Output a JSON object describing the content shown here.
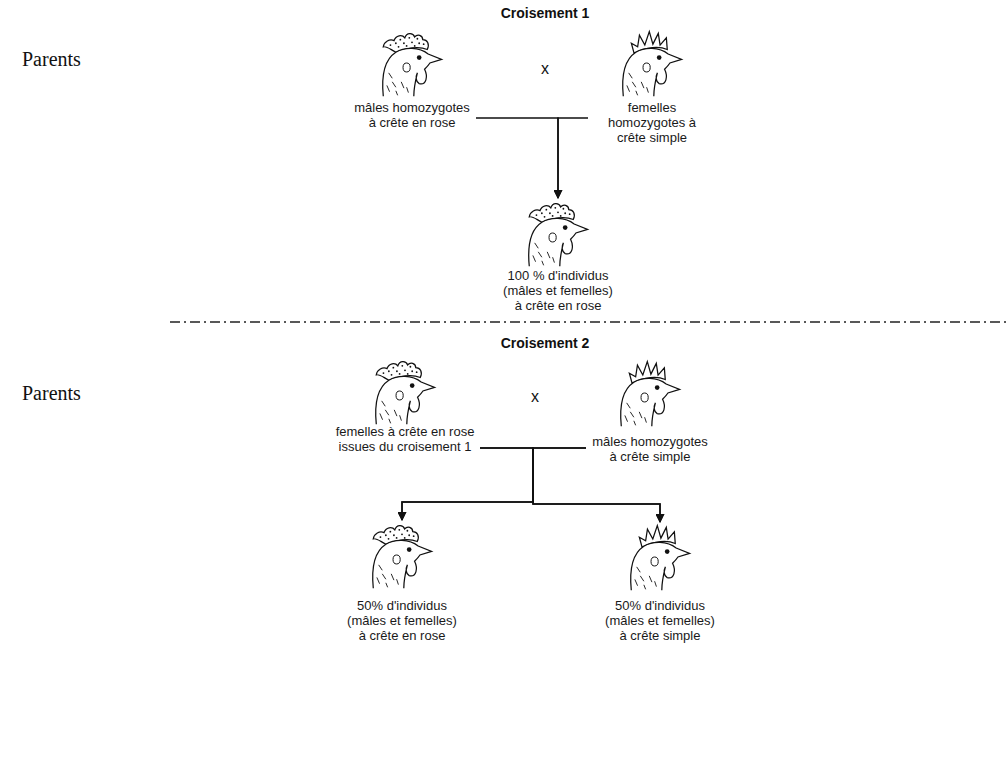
{
  "diagram": {
    "nodes": [
      {
        "text": [
          "mâles homozygotes à crête en rose"
        ]
      },
      {
        "text": [
          "femelles homozygotes à crête simple"
        ]
      },
      {
        "text": [
          "100 % d'individus (mâles et femelles) à crête en rose"
        ]
      },
      {
        "text": [
          "femelles à crête en rose issues du croisement 1"
        ]
      },
      {
        "text": [
          "mâles homozygotes à crête simple"
        ]
      },
      {
        "text": [
          "50% d'individus (mâles et femelles) à crête en rose"
        ]
      },
      {
        "text": [
          "50% d'individus (mâles et femelles) à crête simple"
        ]
      }
    ],
    "edges": [
      {
        "from": 0,
        "to": 2,
        "arrow": "to"
      },
      {
        "from": 1,
        "to": 2,
        "arrow": "to"
      },
      {
        "from": 3,
        "to": 5,
        "arrow": "to"
      },
      {
        "from": 3,
        "to": 6,
        "arrow": "to"
      },
      {
        "from": 4,
        "to": 5,
        "arrow": "to"
      },
      {
        "from": 4,
        "to": 6,
        "arrow": "to"
      }
    ],
    "labels": [
      "Croisement 1",
      "Parents",
      "x",
      "Croisement 2",
      "Parents",
      "x"
    ]
  }
}
